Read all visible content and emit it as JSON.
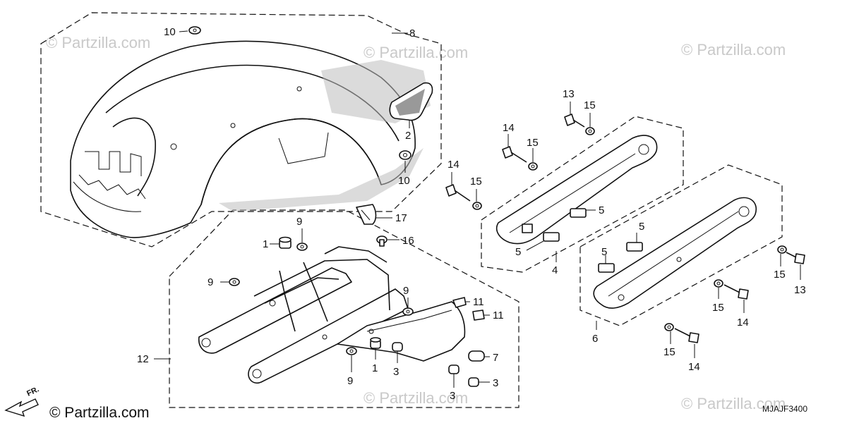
{
  "watermark": "© Partzilla.com",
  "brand_footer": "© Partzilla.com",
  "diagram_code": "MJAJF3400",
  "direction_label": "FR.",
  "callouts": {
    "c1a": "1",
    "c1b": "1",
    "c2": "2",
    "c3a": "3",
    "c3b": "3",
    "c3c": "3",
    "c4": "4",
    "c5a": "5",
    "c5b": "5",
    "c5c": "5",
    "c5d": "5",
    "c6": "6",
    "c7": "7",
    "c8": "8",
    "c9a": "9",
    "c9b": "9",
    "c9c": "9",
    "c9d": "9",
    "c10a": "10",
    "c10b": "10",
    "c11a": "11",
    "c11b": "11",
    "c12": "12",
    "c13a": "13",
    "c13b": "13",
    "c14a": "14",
    "c14b": "14",
    "c14c": "14",
    "c14d": "14",
    "c15a": "15",
    "c15b": "15",
    "c15c": "15",
    "c15d": "15",
    "c15e": "15",
    "c16": "16",
    "c17": "17"
  }
}
